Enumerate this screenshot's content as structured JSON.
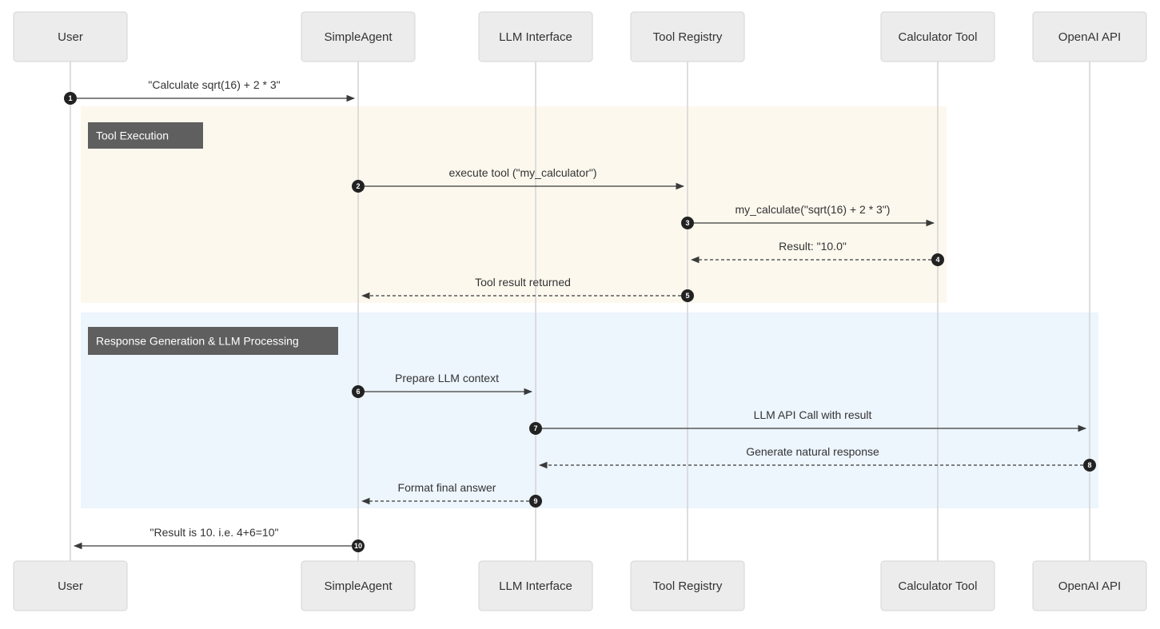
{
  "colors": {
    "tool_execution_bg": "#fcf8ee",
    "response_generation_bg": "#edf5fd",
    "actor_box": "#ececec",
    "group_label_bg": "#5f5f5f"
  },
  "participants": [
    {
      "id": "user",
      "label": "User"
    },
    {
      "id": "simpleagent",
      "label": "SimpleAgent"
    },
    {
      "id": "llm-interface",
      "label": "LLM Interface"
    },
    {
      "id": "tool-registry",
      "label": "Tool Registry"
    },
    {
      "id": "calculator-tool",
      "label": "Calculator Tool"
    },
    {
      "id": "openai-api",
      "label": "OpenAI API"
    }
  ],
  "groups": [
    {
      "id": "tool-execution",
      "label": "Tool Execution"
    },
    {
      "id": "response-generation",
      "label": "Response Generation & LLM Processing"
    }
  ],
  "messages": [
    {
      "step": "1",
      "from": "user",
      "to": "simpleagent",
      "label": "\"Calculate sqrt(16) + 2 * 3\"",
      "style": "solid"
    },
    {
      "step": "2",
      "from": "simpleagent",
      "to": "tool-registry",
      "label": "execute tool (\"my_calculator\")",
      "style": "solid"
    },
    {
      "step": "3",
      "from": "tool-registry",
      "to": "calculator-tool",
      "label": "my_calculate(\"sqrt(16) + 2 * 3\")",
      "style": "solid"
    },
    {
      "step": "4",
      "from": "calculator-tool",
      "to": "tool-registry",
      "label": "Result: \"10.0\"",
      "style": "dashed"
    },
    {
      "step": "5",
      "from": "tool-registry",
      "to": "simpleagent",
      "label": "Tool result returned",
      "style": "dashed"
    },
    {
      "step": "6",
      "from": "simpleagent",
      "to": "llm-interface",
      "label": "Prepare LLM context",
      "style": "solid"
    },
    {
      "step": "7",
      "from": "llm-interface",
      "to": "openai-api",
      "label": "LLM API Call with result",
      "style": "solid"
    },
    {
      "step": "8",
      "from": "openai-api",
      "to": "llm-interface",
      "label": "Generate natural response",
      "style": "dashed"
    },
    {
      "step": "9",
      "from": "llm-interface",
      "to": "simpleagent",
      "label": "Format final answer",
      "style": "dashed"
    },
    {
      "step": "10",
      "from": "simpleagent",
      "to": "user",
      "label": "\"Result is 10. i.e. 4+6=10\"",
      "style": "solid"
    }
  ]
}
